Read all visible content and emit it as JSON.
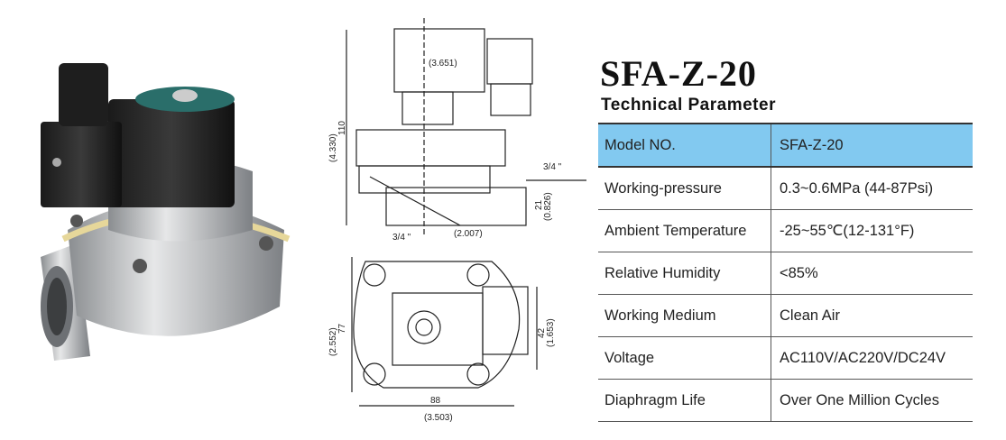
{
  "product": {
    "title": "SFA-Z-20",
    "subtitle": "Technical Parameter"
  },
  "table": {
    "header": {
      "key": "Model NO.",
      "value": "SFA-Z-20"
    },
    "rows": [
      {
        "key": "Working-pressure",
        "value": "0.3~0.6MPa (44-87Psi)"
      },
      {
        "key": "Ambient Temperature",
        "value": "-25~55℃(12-131°F)"
      },
      {
        "key": "Relative Humidity",
        "value": "<85%"
      },
      {
        "key": "Working Medium",
        "value": "Clean Air"
      },
      {
        "key": "Voltage",
        "value": "AC110V/AC220V/DC24V"
      },
      {
        "key": "Diaphragm Life",
        "value": "Over One Million Cycles"
      }
    ],
    "header_color": "#82c9f0"
  },
  "drawing": {
    "side": {
      "height_in": "(4.330)",
      "height_mm": "110",
      "coil_in": "(3.651)",
      "port_top": "3/4 \"",
      "port_bottom": "3/4 \"",
      "offset_in": "(2.007)",
      "port_h_mm": "21",
      "port_h_in": "(0.826)"
    },
    "top": {
      "height_in": "(2.552)",
      "height_mm": "77",
      "coil_mm": "42",
      "coil_in": "(1.653)",
      "width_mm": "88",
      "width_in": "(3.503)"
    }
  }
}
